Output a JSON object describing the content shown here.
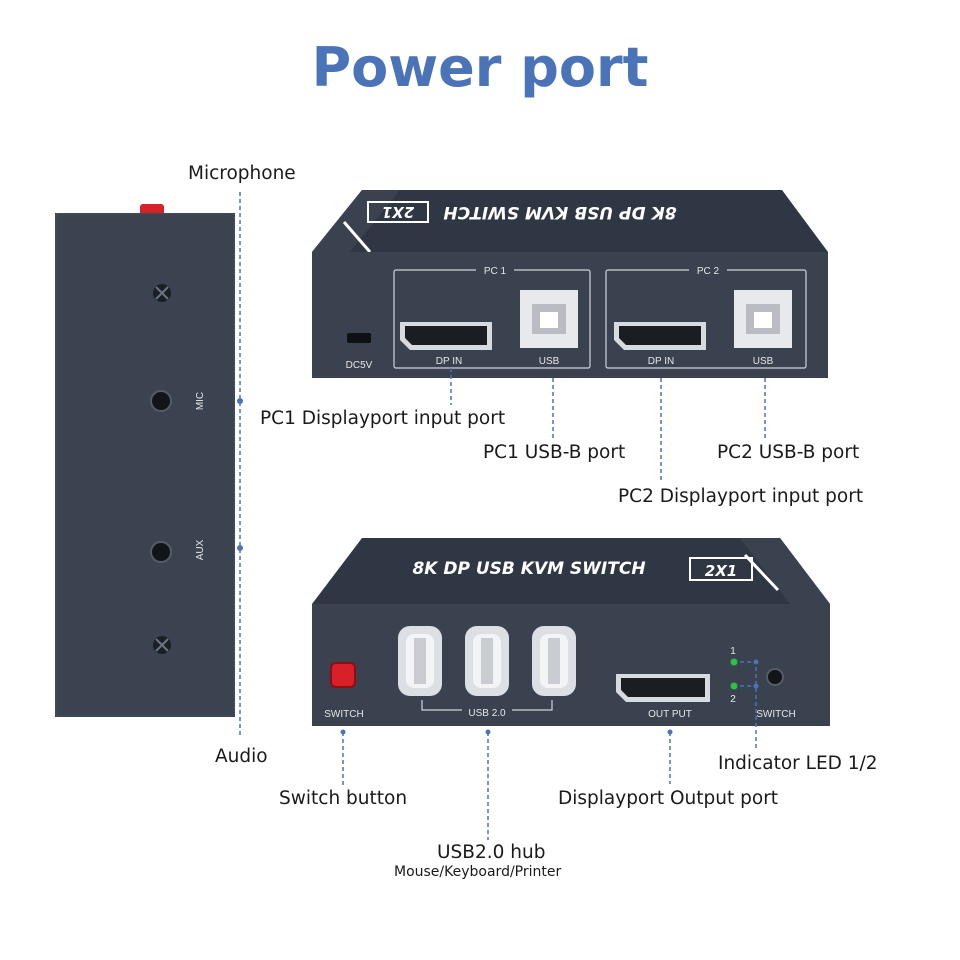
{
  "title": "Power port",
  "colors": {
    "title": "#4a73b8",
    "device_body": "#3a4250",
    "device_top": "#2f3644",
    "leader_line": "#4a73b8"
  },
  "callouts": {
    "microphone": "Microphone",
    "audio": "Audio",
    "pc1_dp": "PC1 Displayport input port",
    "pc1_usb": "PC1 USB-B port",
    "pc2_usb": "PC2 USB-B port",
    "pc2_dp": "PC2 Displayport input port",
    "indicator": "Indicator LED 1/2",
    "switch_button": "Switch button",
    "dp_output": "Displayport Output port",
    "usb_hub": "USB2.0 hub",
    "usb_hub_sub": "Mouse/Keyboard/Printer"
  },
  "side_panel": {
    "mic_label": "MIC",
    "aux_label": "AUX"
  },
  "rear_panel": {
    "lid_text": "8K DP USB KVM SWITCH",
    "badge": "2X1",
    "dc_label": "DC5V",
    "group1": "PC 1",
    "group2": "PC 2",
    "dp_in": "DP IN",
    "usb": "USB"
  },
  "front_panel": {
    "lid_text": "8K DP USB KVM SWITCH",
    "badge": "2X1",
    "switch_label": "SWITCH",
    "usb_label": "USB 2.0",
    "output_label": "OUT PUT",
    "led1": "1",
    "led2": "2",
    "remote_label": "SWITCH"
  }
}
